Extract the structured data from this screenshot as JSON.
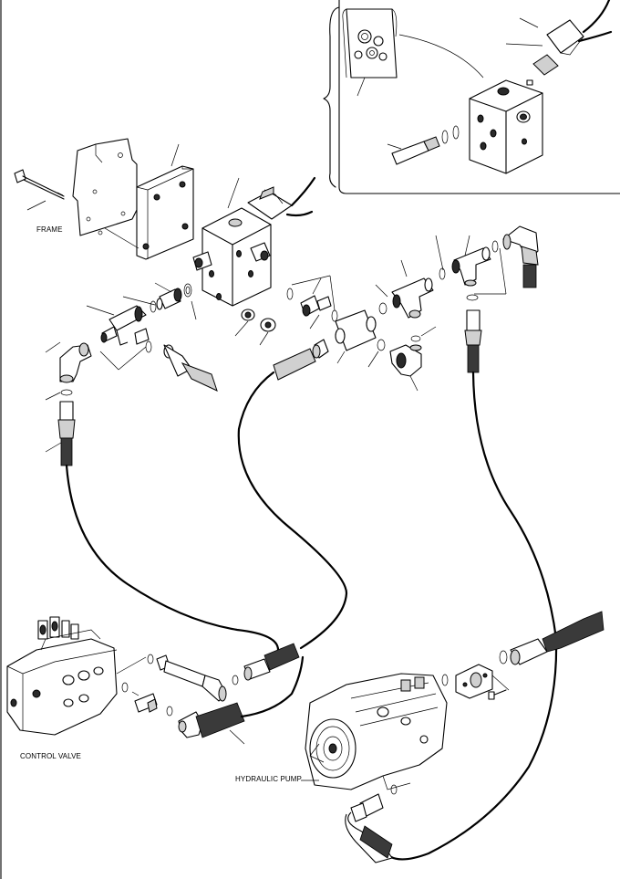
{
  "labels": {
    "frame": "FRAME",
    "control_valve": "CONTROL VALVE",
    "hydraulic_pump": "HYDRAULIC PUMP"
  },
  "colors": {
    "line": "#000000",
    "shading": "#d0d0d0",
    "hose": "#3a3a3a",
    "background": "#ffffff"
  }
}
